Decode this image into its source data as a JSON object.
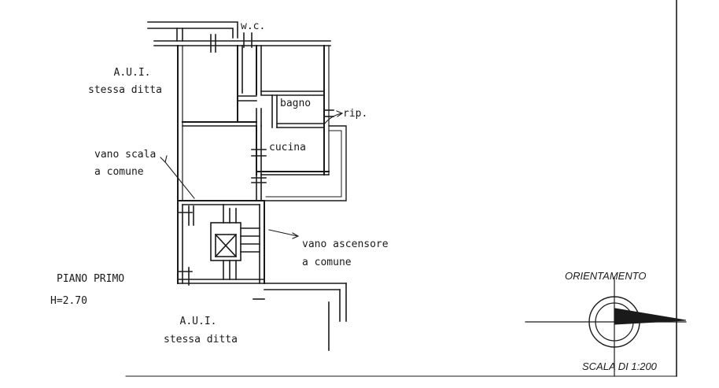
{
  "plan": {
    "labels": {
      "wc": "w.c.",
      "aui_top_1": "A.U.I.",
      "aui_top_2": "stessa ditta",
      "bagno": "bagno",
      "rip": "rip.",
      "cucina": "cucina",
      "vano_scala_1": "vano scala",
      "vano_scala_2": "a comune",
      "vano_asc_1": "vano ascensore",
      "vano_asc_2": "a comune",
      "piano": "PIANO PRIMO",
      "altezza": "H=2.70",
      "aui_bottom_1": "A.U.I.",
      "aui_bottom_2": "stessa ditta",
      "orientamento": "ORIENTAMENTO",
      "scala": "SCALA DI 1:200"
    }
  },
  "colors": {
    "ink": "#1a1a1a",
    "paper": "#ffffff"
  }
}
